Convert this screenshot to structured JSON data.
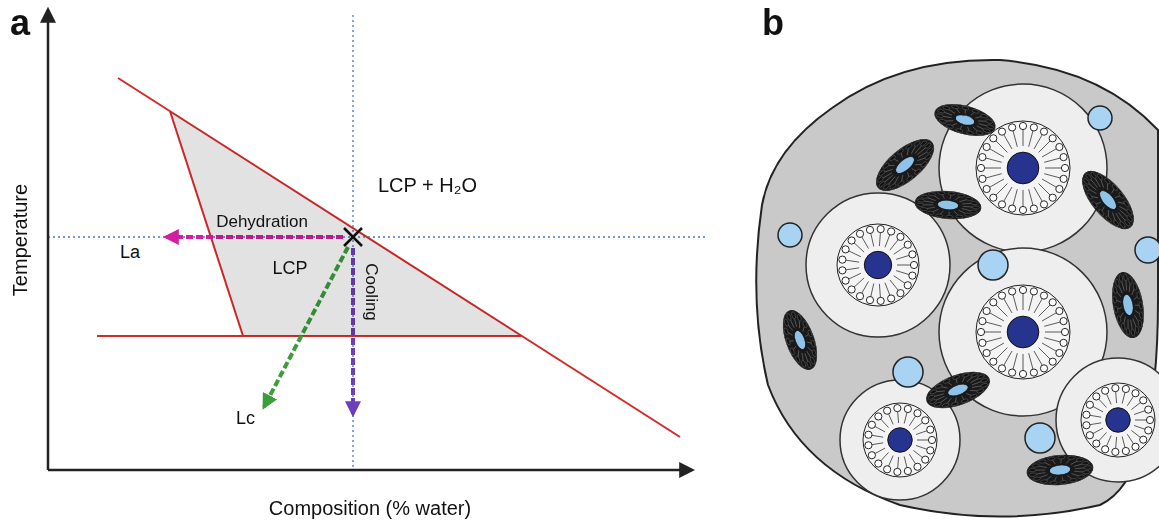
{
  "diagram": {
    "nodes": [
      {
        "text": [
          "LCP"
        ]
      }
    ],
    "labels": [
      "a",
      "Temperature",
      "Composition (% water)",
      "LCP + H₂O",
      "Dehydration",
      "Cooling",
      "La",
      "Lc",
      "b"
    ]
  }
}
